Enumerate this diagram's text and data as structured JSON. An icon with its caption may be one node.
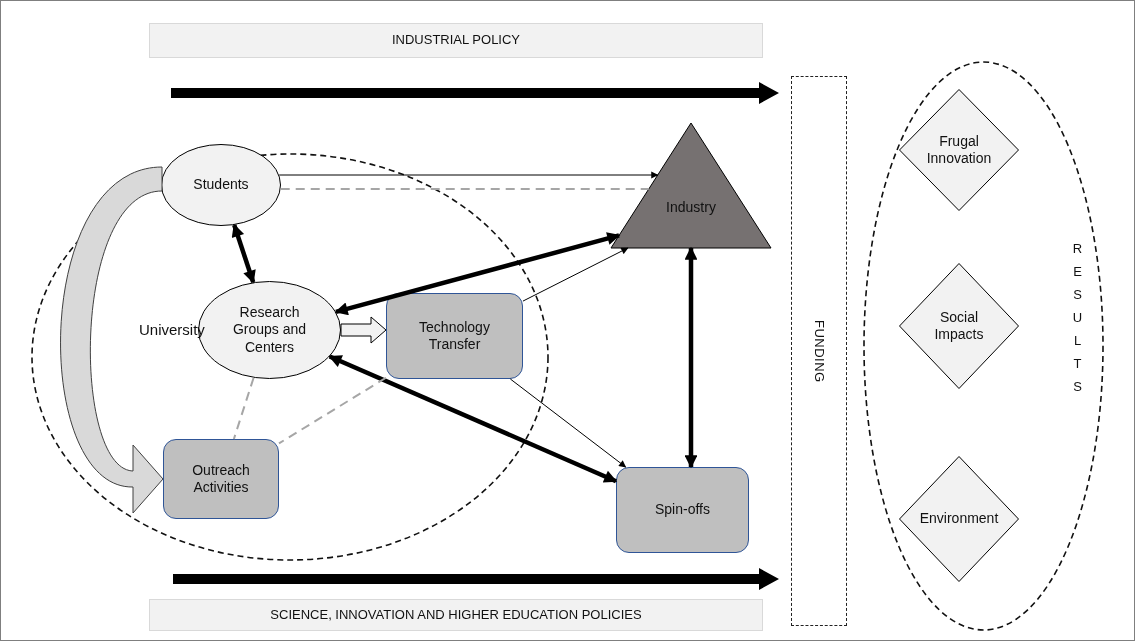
{
  "diagram": {
    "nodes": [
      {
        "text": [
          "INDUSTRIAL POLICY"
        ]
      },
      {
        "text": [
          "University"
        ]
      },
      {
        "text": [
          "Students"
        ],
        "in": 1
      },
      {
        "text": [
          "Research Groups and Centers"
        ],
        "in": 1
      },
      {
        "text": [
          "Technology Transfer"
        ],
        "in": 1
      },
      {
        "text": [
          "Outreach Activities"
        ],
        "in": 1
      },
      {
        "text": [
          "Industry"
        ]
      },
      {
        "text": [
          "Spin-offs"
        ]
      },
      {
        "text": [
          "FUNDING"
        ]
      },
      {
        "text": [
          "RESULTS"
        ]
      },
      {
        "text": [
          "Frugal Innovation"
        ],
        "in": 9
      },
      {
        "text": [
          "Social Impacts"
        ],
        "in": 9
      },
      {
        "text": [
          "Environment"
        ],
        "in": 9
      },
      {
        "text": [
          "SCIENCE, INNOVATION AND HIGHER EDUCATION POLICIES"
        ]
      }
    ],
    "edges": [
      {
        "from": 2,
        "to": 6,
        "arrow": "to"
      },
      {
        "from": 2,
        "to": 6,
        "arrow": "none",
        "style": "dashed",
        "color": "#a6a6a6"
      },
      {
        "from": 2,
        "to": 3,
        "arrow": "both",
        "style": "thick"
      },
      {
        "from": 3,
        "to": 6,
        "arrow": "both",
        "style": "thick"
      },
      {
        "from": 3,
        "to": 4,
        "arrow": "to",
        "style": "thick",
        "color": "#f2f2f2"
      },
      {
        "from": 4,
        "to": 6,
        "arrow": "to"
      },
      {
        "from": 4,
        "to": 7,
        "arrow": "to"
      },
      {
        "from": 3,
        "to": 7,
        "arrow": "both",
        "style": "thick"
      },
      {
        "from": 6,
        "to": 7,
        "arrow": "both",
        "style": "thick"
      },
      {
        "from": 3,
        "to": 5,
        "arrow": "none",
        "style": "dashed",
        "color": "#a6a6a6"
      },
      {
        "from": 4,
        "to": 5,
        "arrow": "none",
        "style": "dashed",
        "color": "#a6a6a6"
      },
      {
        "from": 2,
        "to": 5,
        "arrow": "to",
        "style": "thick",
        "color": "#d9d9d9"
      },
      {
        "from": null,
        "to": 8,
        "arrow": "to",
        "style": "thick"
      },
      {
        "from": null,
        "to": 8,
        "arrow": "to",
        "style": "thick"
      }
    ]
  }
}
